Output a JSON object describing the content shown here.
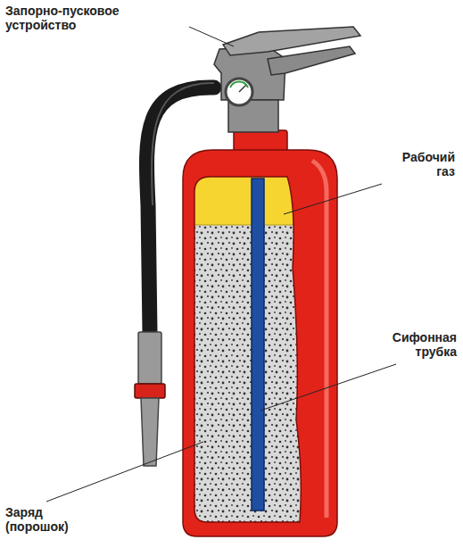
{
  "diagram": {
    "labels": [
      "Запорно-пусковое устройство",
      "Рабочий газ",
      "Сифонная трубка",
      "Заряд (порошок)"
    ]
  }
}
